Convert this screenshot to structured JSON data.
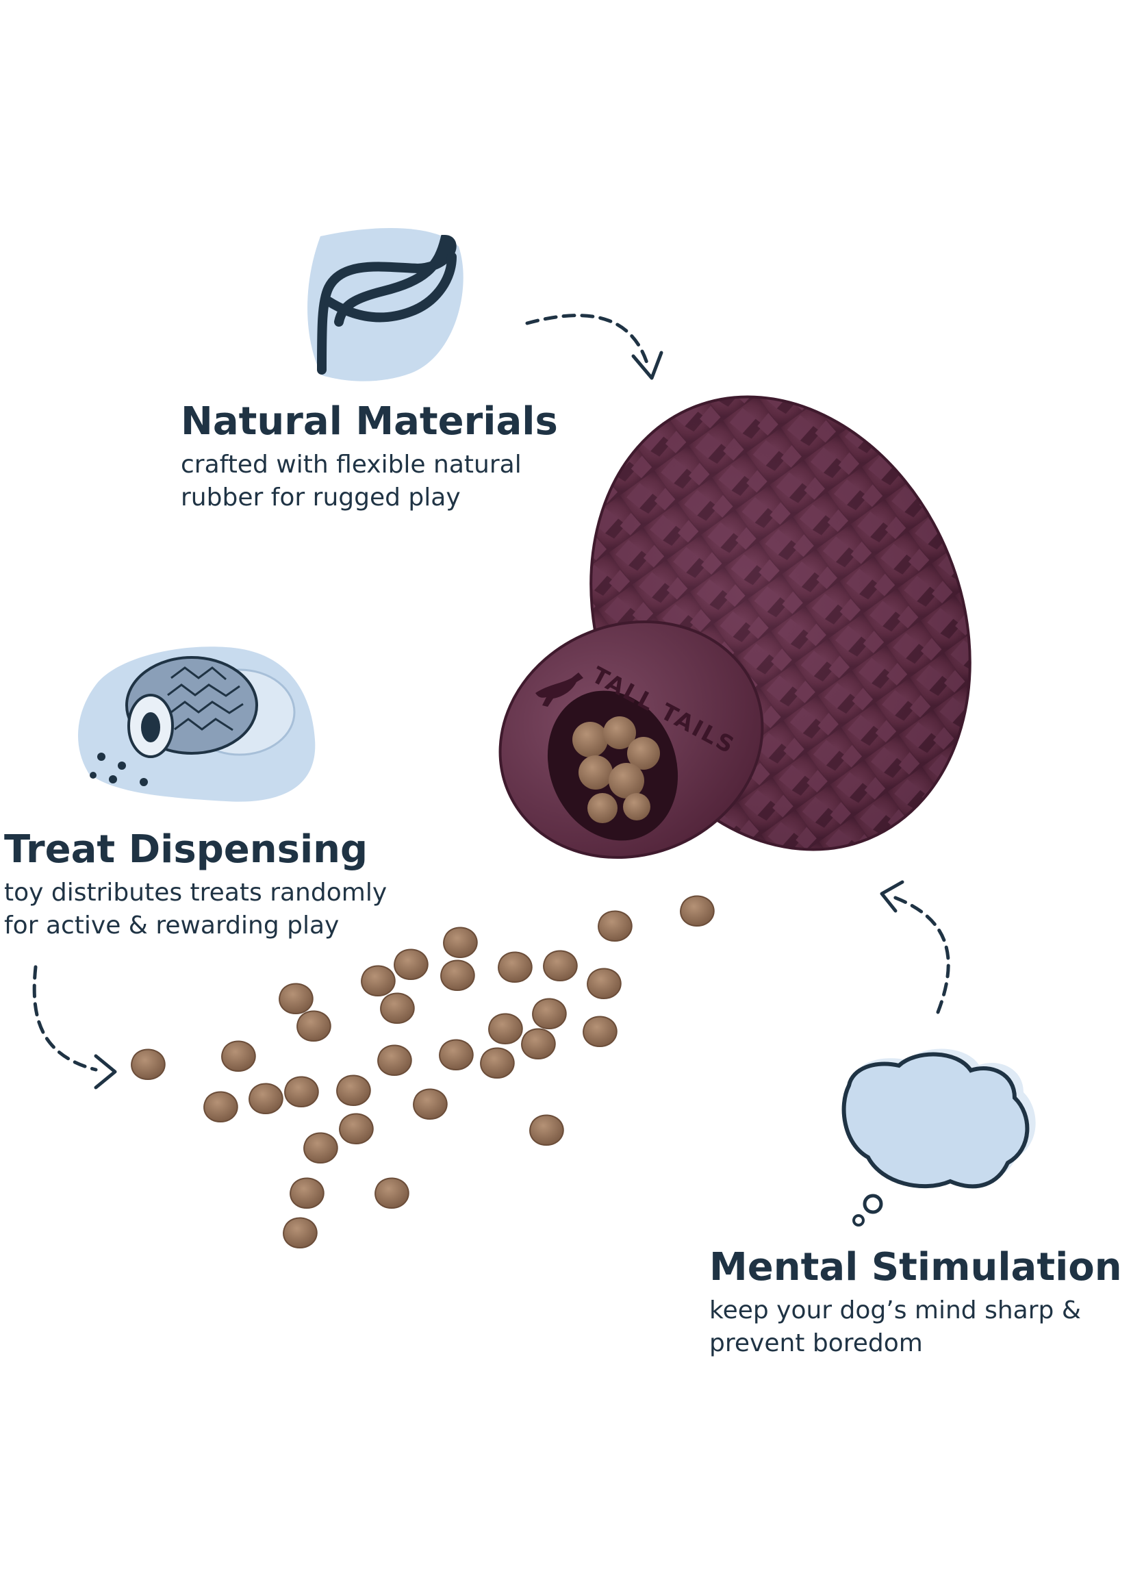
{
  "brand": {
    "name": "TALL TAILS"
  },
  "features": {
    "natural": {
      "title": "Natural Materials",
      "description": "crafted with flexible natural rubber for rugged play",
      "icon": "leaf-icon"
    },
    "treat": {
      "title": "Treat Dispensing",
      "description": "toy distributes treats randomly for active & rewarding play",
      "icon": "treat-toy-icon"
    },
    "mental": {
      "title": "Mental Stimulation",
      "description": "keep your dog’s mind sharp & prevent boredom",
      "icon": "thought-bubble-icon"
    }
  },
  "colors": {
    "heading": "#1f3344",
    "icon_fill": "#c8dbee",
    "icon_stroke": "#1f3344",
    "toy": "#5a2a40",
    "treat": "#8a6a52",
    "background": "#ffffff"
  }
}
